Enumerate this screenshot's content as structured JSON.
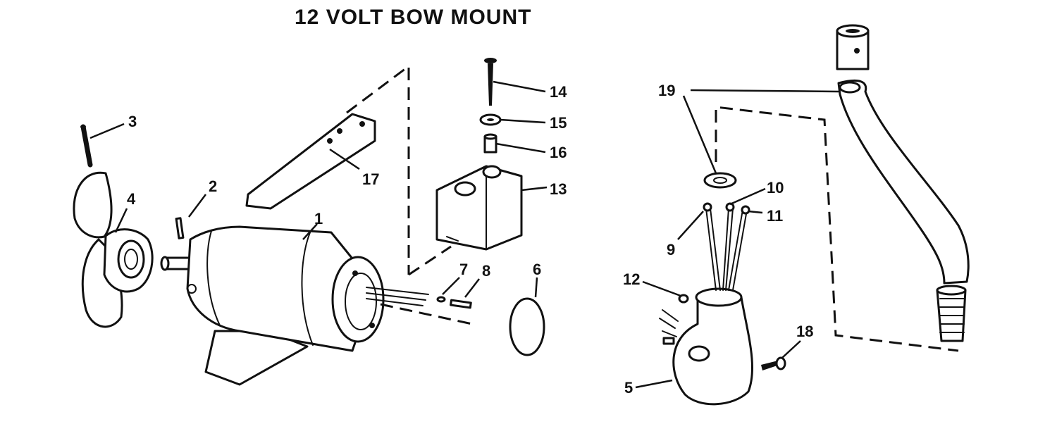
{
  "title": "12 VOLT BOW MOUNT",
  "labels": {
    "p1": "1",
    "p2": "2",
    "p3": "3",
    "p4": "4",
    "p5": "5",
    "p6": "6",
    "p7": "7",
    "p8": "8",
    "p9": "9",
    "p10": "10",
    "p11": "11",
    "p12": "12",
    "p13": "13",
    "p14": "14",
    "p15": "15",
    "p16": "16",
    "p17": "17",
    "p18": "18",
    "p19": "19"
  }
}
